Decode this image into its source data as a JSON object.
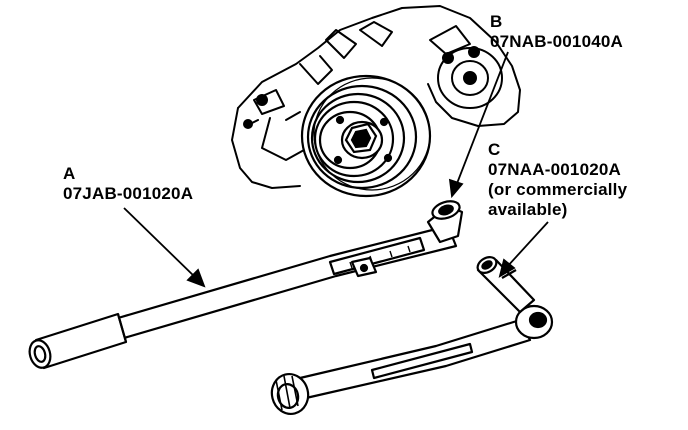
{
  "callouts": {
    "a": {
      "letter": "A",
      "part_number": "07JAB-001020A"
    },
    "b": {
      "letter": "B",
      "part_number": "07NAB-001040A"
    },
    "c": {
      "letter": "C",
      "part_number": "07NAA-001020A",
      "note_line1": "(or commercially",
      "note_line2": "available)"
    }
  },
  "colors": {
    "ink": "#000000",
    "paper": "#ffffff",
    "shade": "#d8d8d8"
  }
}
